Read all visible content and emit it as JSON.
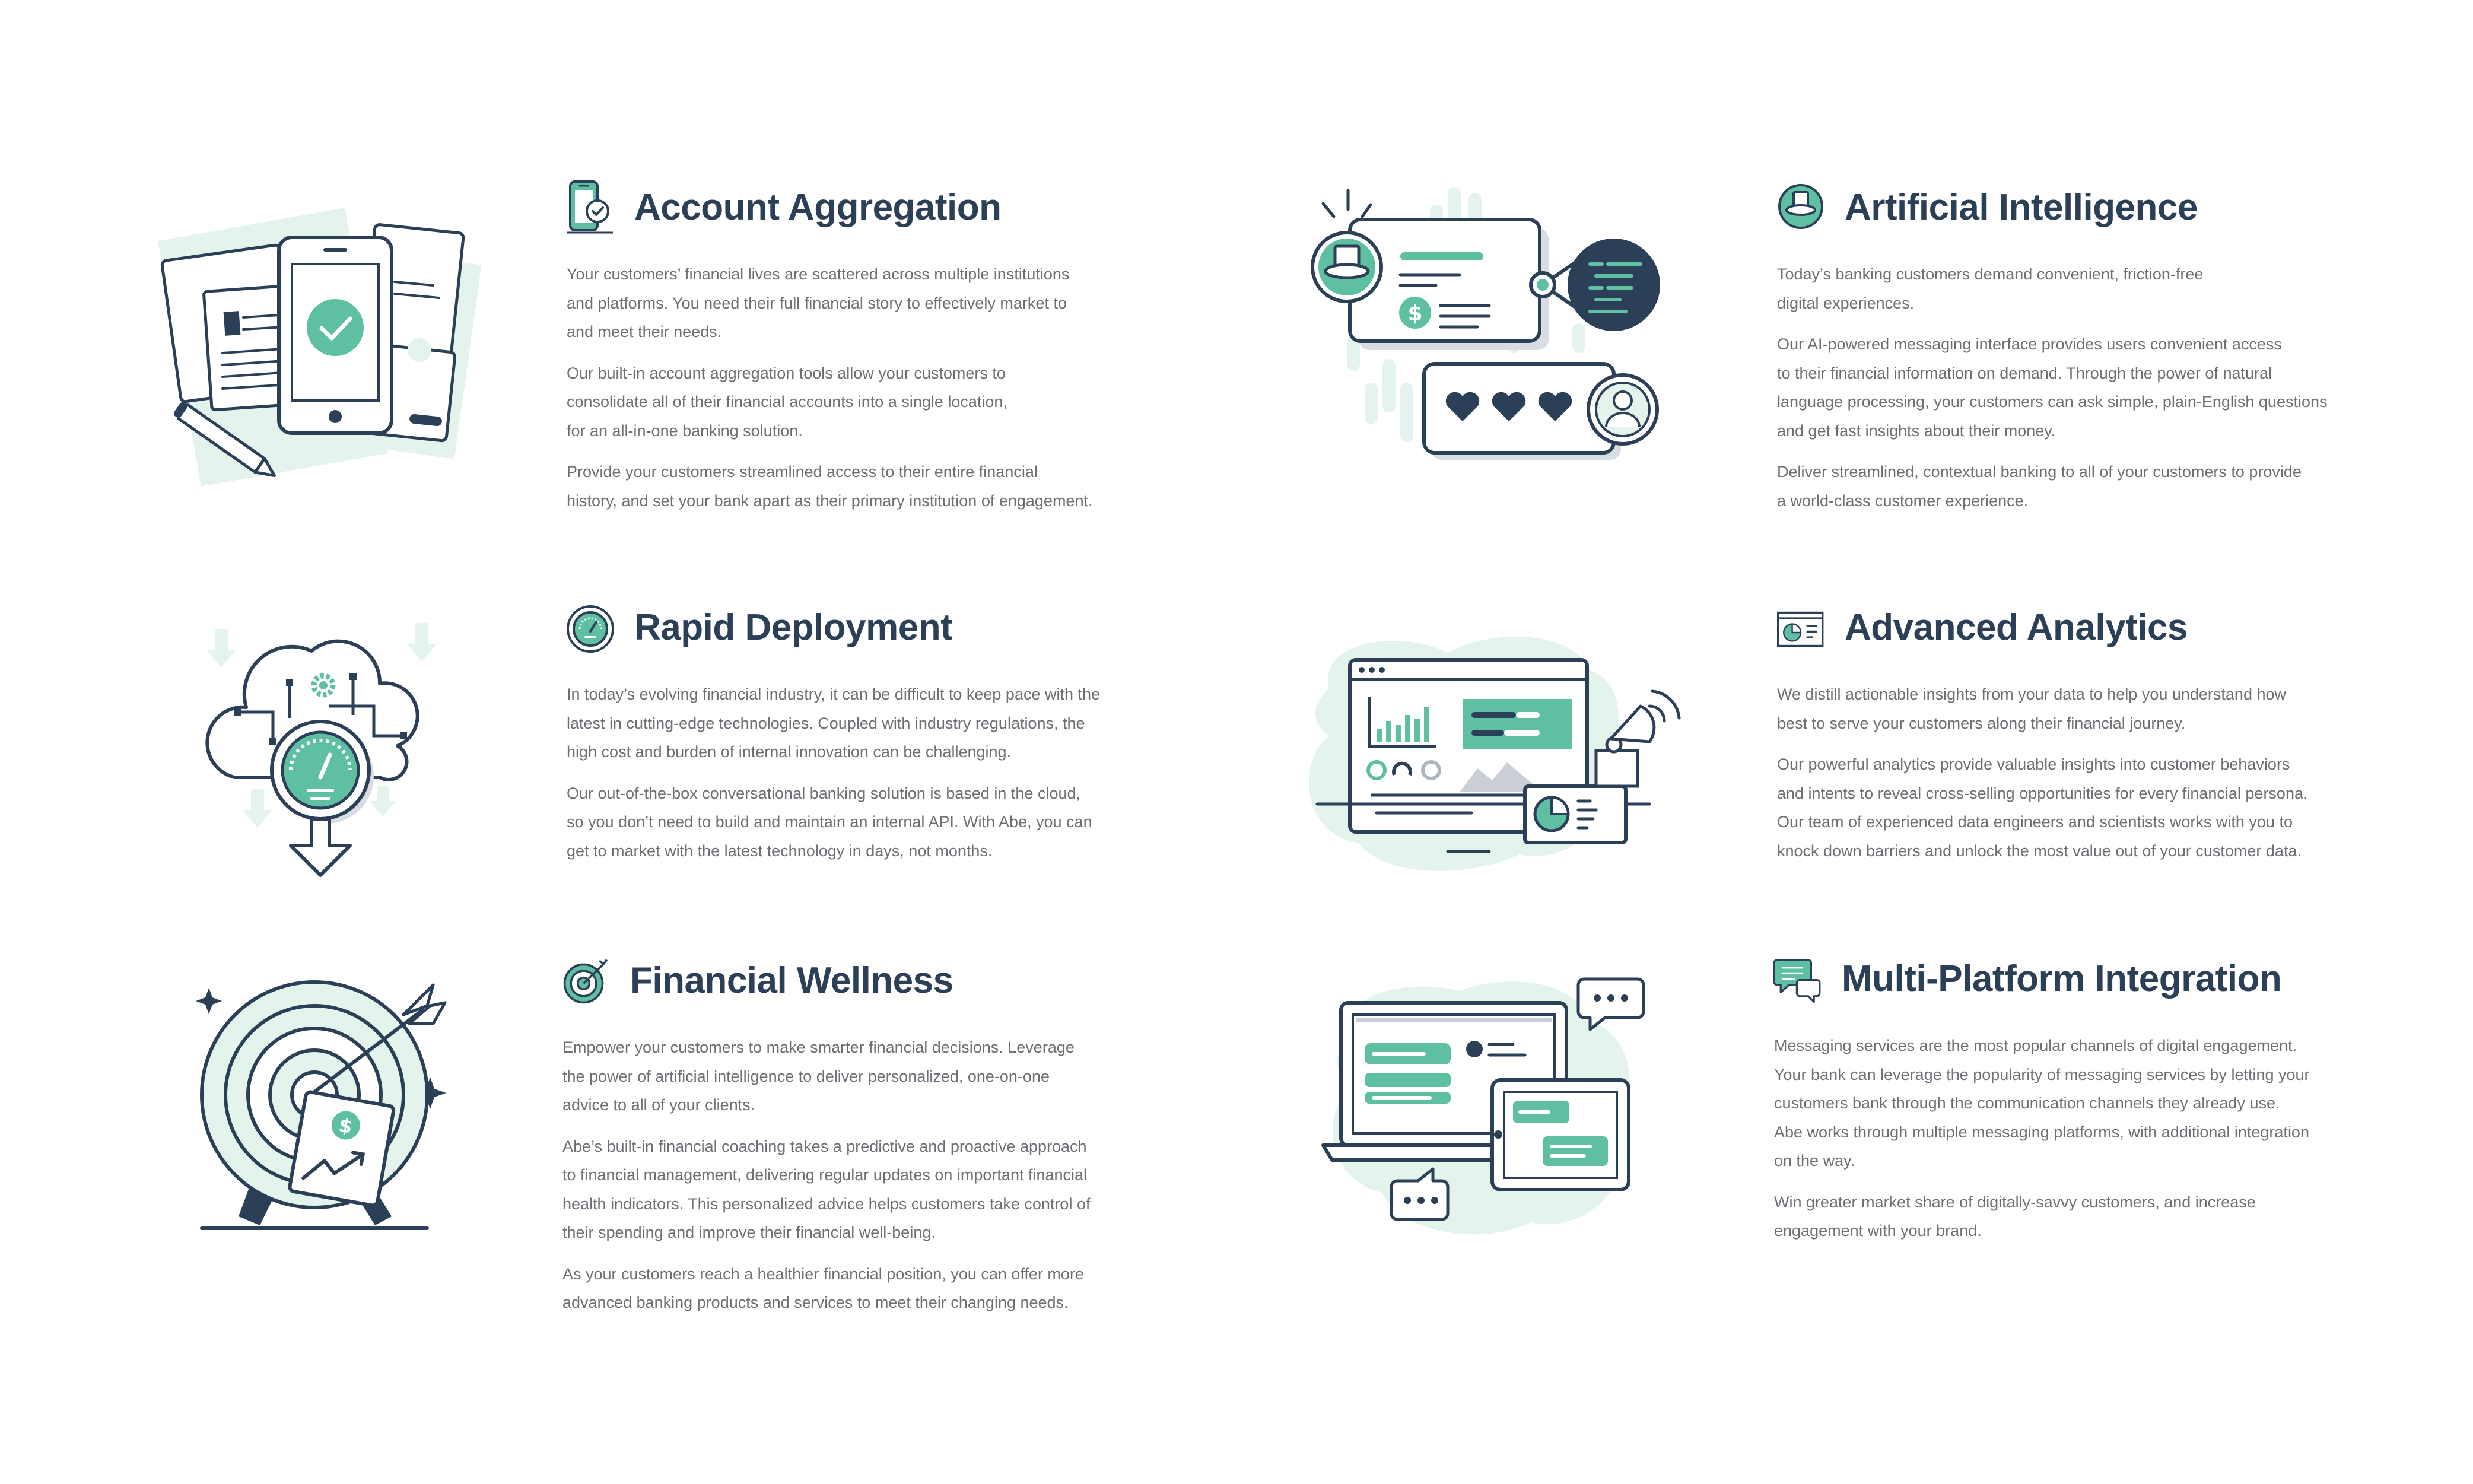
{
  "colors": {
    "navy": "#2b3f57",
    "mint": "#5fbfa3",
    "mint_light": "#e4f4ec",
    "gray_text": "#6c6f73"
  },
  "features": [
    {
      "id": "account-aggregation",
      "title": "Account Aggregation",
      "icon": "phone-check-icon",
      "illustration": "documents-phone-check-illustration",
      "paragraphs": [
        "Your customers’ financial lives are scattered across multiple institutions\nand platforms. You need their full financial story to effectively market to\nand meet their needs.",
        "Our built-in account aggregation tools allow your customers to\nconsolidate all of their financial accounts into a single location,\nfor an all-in-one banking solution.",
        "Provide your customers streamlined access to their entire financial\nhistory, and set your bank apart as their primary institution of engagement."
      ]
    },
    {
      "id": "artificial-intelligence",
      "title": "Artificial Intelligence",
      "icon": "top-hat-avatar-icon",
      "illustration": "chat-messages-illustration",
      "paragraphs": [
        "Today’s banking customers demand convenient, friction-free\ndigital experiences.",
        "Our AI-powered messaging interface provides users convenient access\nto their financial information on demand. Through the power of natural\nlanguage processing, your customers can ask simple, plain-English questions\nand get fast insights about their money.",
        "Deliver streamlined, contextual banking to all of your customers to provide\na world-class customer experience."
      ]
    },
    {
      "id": "rapid-deployment",
      "title": "Rapid Deployment",
      "icon": "speedometer-icon",
      "illustration": "cloud-speedometer-illustration",
      "paragraphs": [
        "In today’s evolving financial industry, it can be difficult to keep pace with the\nlatest in cutting-edge technologies. Coupled with industry regulations, the\nhigh cost and burden of internal innovation can be challenging.",
        "Our out-of-the-box conversational banking solution is based in the cloud,\nso you don’t need to build and maintain an internal API. With Abe, you can\nget to market with the latest technology in days, not months."
      ]
    },
    {
      "id": "advanced-analytics",
      "title": "Advanced Analytics",
      "icon": "analytics-window-icon",
      "illustration": "analytics-dashboard-illustration",
      "paragraphs": [
        "We distill actionable insights from your data to help you understand how\nbest to serve your customers along their financial journey.",
        "Our powerful analytics provide valuable insights into customer behaviors\nand intents to reveal cross-selling opportunities for every financial persona.\nOur team of experienced data engineers and scientists works with you to\nknock down barriers and unlock the most value out of your customer data."
      ]
    },
    {
      "id": "financial-wellness",
      "title": "Financial Wellness",
      "icon": "target-arrow-icon",
      "illustration": "target-dollar-chart-illustration",
      "paragraphs": [
        "Empower your customers to make smarter financial decisions. Leverage\nthe power of artificial intelligence to deliver personalized, one-on-one\nadvice to all of your clients.",
        "Abe’s built-in financial coaching takes a predictive and proactive approach\nto financial management, delivering regular updates on important financial\nhealth indicators. This personalized advice helps customers take control of\ntheir spending and improve their financial well-being.",
        "As your customers reach a healthier financial position, you can offer more\nadvanced banking products and services to meet their changing needs."
      ]
    },
    {
      "id": "multi-platform-integration",
      "title": "Multi-Platform Integration",
      "icon": "chat-bubbles-icon",
      "illustration": "laptop-tablet-chat-illustration",
      "paragraphs": [
        "Messaging services are the most popular channels of digital engagement.\nYour bank can leverage the popularity of messaging services by letting your\ncustomers bank through the communication channels they already use.\nAbe works through multiple messaging platforms, with additional integration\non the way.",
        "Win greater market share of digitally-savvy customers, and increase\nengagement with your brand."
      ]
    }
  ]
}
